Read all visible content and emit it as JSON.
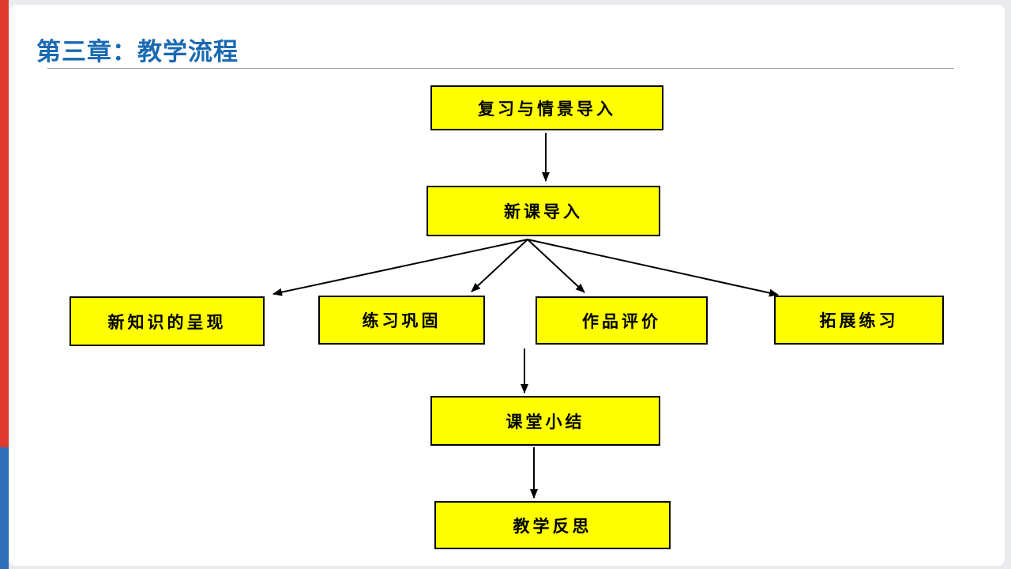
{
  "slide": {
    "title": "第三章：教学流程",
    "colors": {
      "title_blue": "#1a6ab3",
      "left_bar_red": "#e03a2f",
      "left_bar_blue": "#2e6fb7",
      "node_fill": "#ffff00",
      "node_border": "#000000",
      "arrow": "#000000"
    }
  },
  "flowchart": {
    "type": "flowchart",
    "nodes": [
      {
        "id": "review",
        "label": "复习与情景导入"
      },
      {
        "id": "new-lesson",
        "label": "新课导入"
      },
      {
        "id": "knowledge",
        "label": "新知识的呈现"
      },
      {
        "id": "practice",
        "label": "练习巩固"
      },
      {
        "id": "evaluation",
        "label": "作品评价"
      },
      {
        "id": "extension",
        "label": "拓展练习"
      },
      {
        "id": "summary",
        "label": "课堂小结"
      },
      {
        "id": "reflection",
        "label": "教学反思"
      }
    ],
    "edges": [
      {
        "from": "review",
        "to": "new-lesson"
      },
      {
        "from": "new-lesson",
        "to": "knowledge"
      },
      {
        "from": "new-lesson",
        "to": "practice"
      },
      {
        "from": "new-lesson",
        "to": "evaluation"
      },
      {
        "from": "new-lesson",
        "to": "extension"
      },
      {
        "from": "new-lesson",
        "to": "summary"
      },
      {
        "from": "summary",
        "to": "reflection"
      }
    ]
  }
}
